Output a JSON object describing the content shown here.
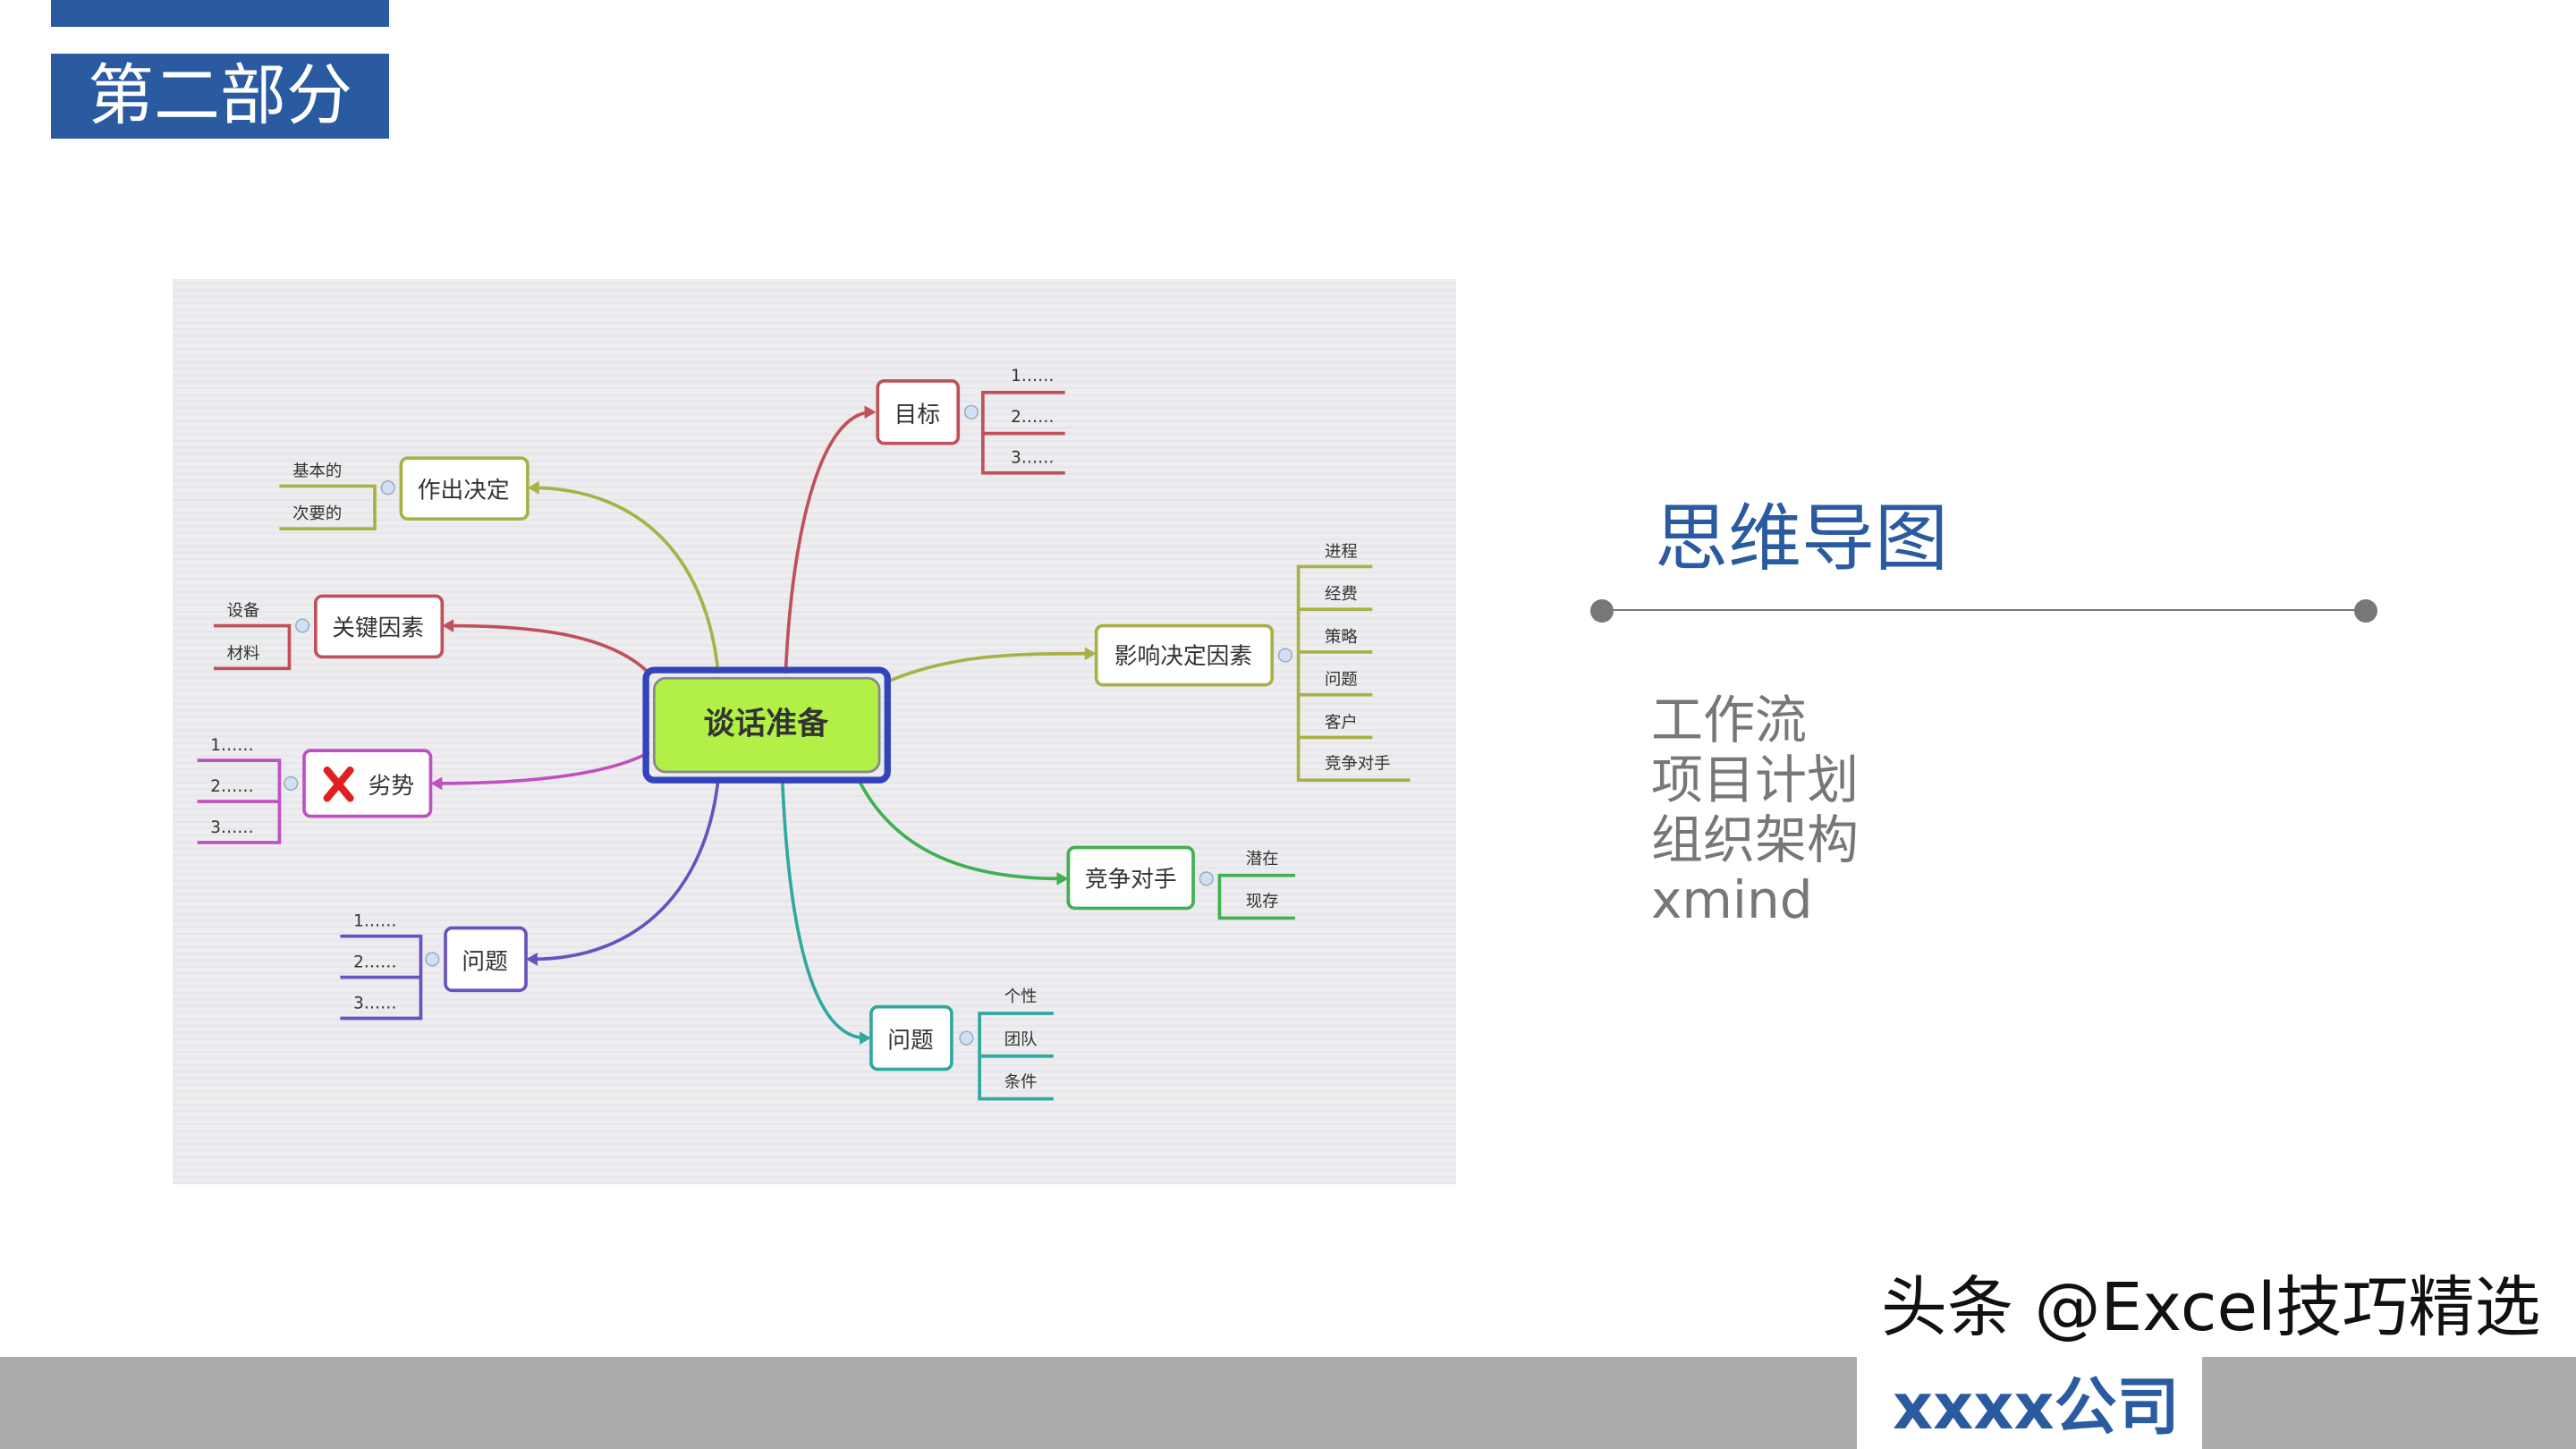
{
  "header": {
    "section_title": "第二部分"
  },
  "mindmap": {
    "center": "谈话准备",
    "nodes": {
      "goal": {
        "label": "目标",
        "children": [
          "1……",
          "2……",
          "3……"
        ],
        "color": "#c0505a"
      },
      "decision": {
        "label": "作出决定",
        "children": [
          "基本的",
          "次要的"
        ],
        "color": "#a8b046"
      },
      "key_factors": {
        "label": "关键因素",
        "children": [
          "设备",
          "材料"
        ],
        "color": "#c0505a"
      },
      "weakness": {
        "label": "劣势",
        "children": [
          "1……",
          "2……",
          "3……"
        ],
        "color": "#c050c0",
        "icon": "red-x-icon"
      },
      "problem_left": {
        "label": "问题",
        "children": [
          "1……",
          "2……",
          "3……"
        ],
        "color": "#6a50c0"
      },
      "influence": {
        "label": "影响决定因素",
        "children": [
          "进程",
          "经费",
          "策略",
          "问题",
          "客户",
          "竞争对手"
        ],
        "color": "#a8b046"
      },
      "competitor": {
        "label": "竞争对手",
        "children": [
          "潜在",
          "现存"
        ],
        "color": "#40b050"
      },
      "problem_bottom": {
        "label": "问题",
        "children": [
          "个性",
          "团队",
          "条件"
        ],
        "color": "#30a8a0"
      }
    },
    "center_fill": "#b2f048",
    "center_border": "#3344bb"
  },
  "side": {
    "title": "思维导图",
    "items": [
      "工作流",
      "项目计划",
      "组织架构",
      "xmind"
    ]
  },
  "footer": {
    "company": "xxxx公司",
    "watermark": "头条 @Excel技巧精选"
  },
  "colors": {
    "accent": "#2a5aa0",
    "footer_gray": "#ababab",
    "text_gray": "#777777"
  }
}
